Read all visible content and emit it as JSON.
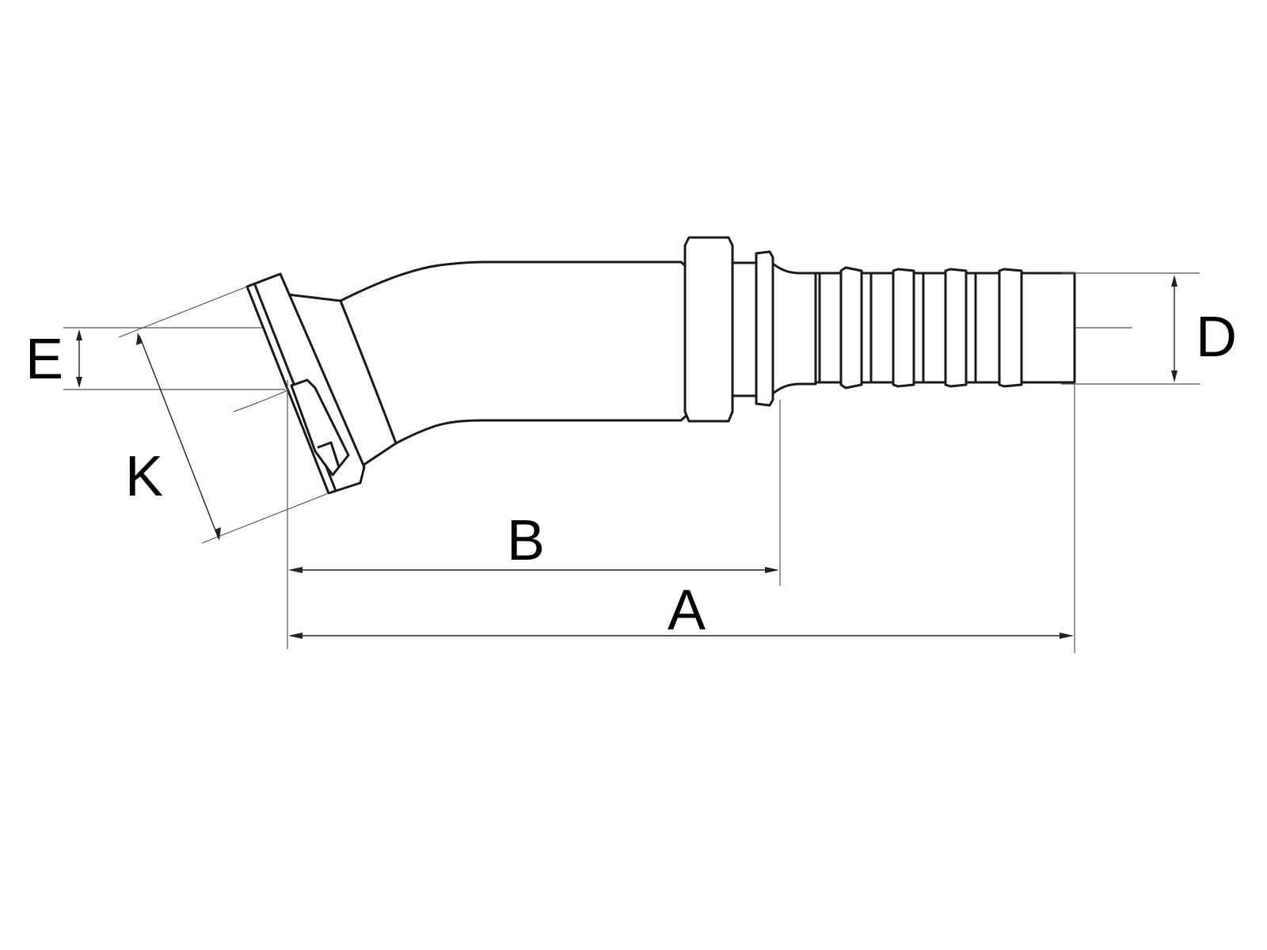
{
  "drawing": {
    "title": "",
    "dimension_labels": {
      "E": "E",
      "K": "K",
      "B": "B",
      "A": "A",
      "D": "D"
    }
  },
  "colors": {
    "background": "#ffffff",
    "line": "#1a1a1a"
  }
}
